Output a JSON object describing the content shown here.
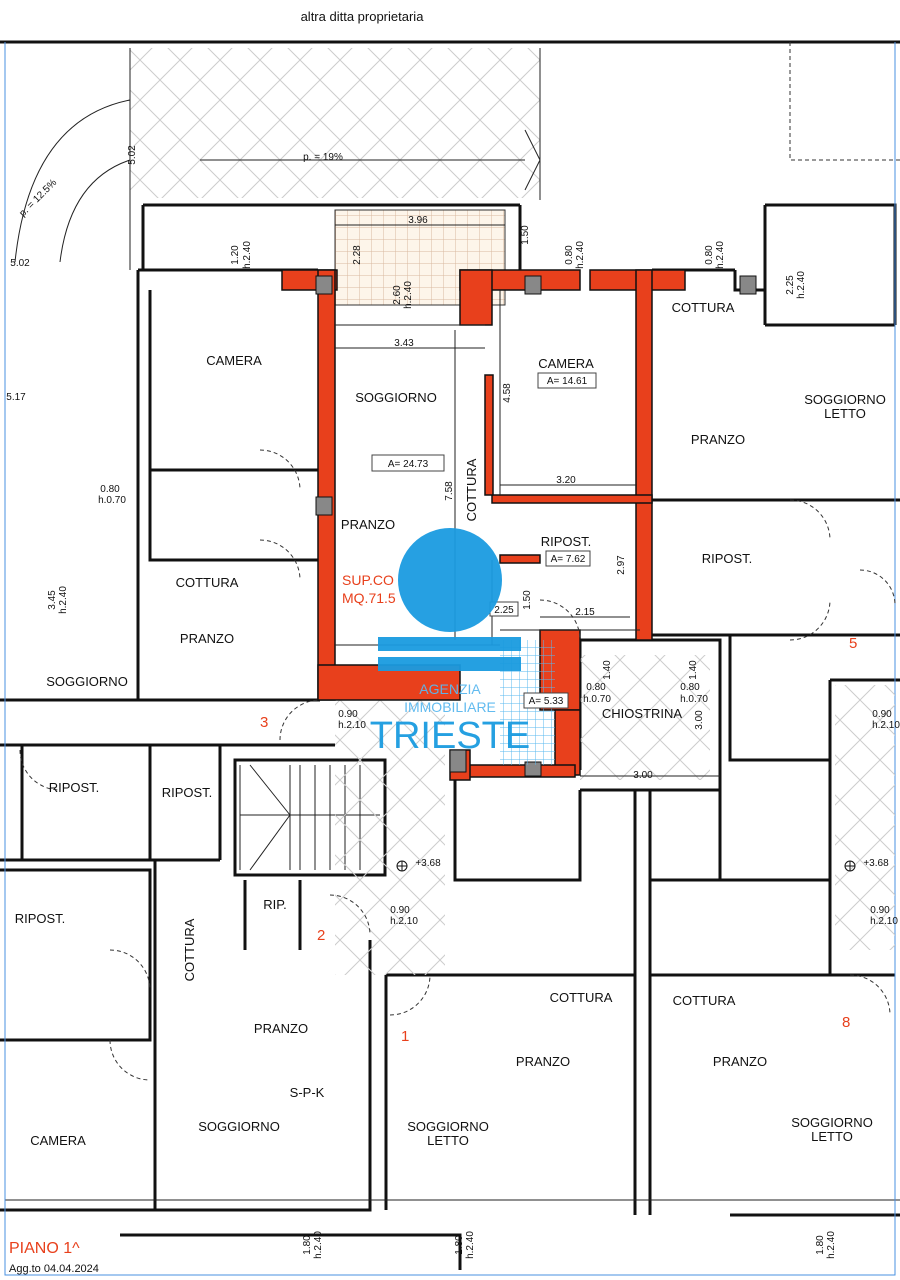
{
  "header": {
    "neighbor_label": "altra ditta proprietaria"
  },
  "ramp": {
    "slope_main": "p. = 19%",
    "slope_curve": "p. = 12.5%"
  },
  "rooms": {
    "camera_left": "CAMERA",
    "soggiorno_main": "SOGGIORNO",
    "area_soggiorno": "A= 24.73",
    "pranzo_main": "PRANZO",
    "cottura_main": "COTTURA",
    "camera_main": "CAMERA",
    "area_camera": "A= 14.61",
    "ripost_main": "RIPOST.",
    "area_ripost": "A= 7.62",
    "area_bath": "A= 5.33",
    "chiostrina": "CHIOSTRINA",
    "cottura_right": "COTTURA",
    "pranzo_right": "PRANZO",
    "soggiorno_letto_right_1": "SOGGIORNO",
    "soggiorno_letto_right_2": "LETTO",
    "ripost_right": "RIPOST.",
    "cottura_left": "COTTURA",
    "pranzo_left": "PRANZO",
    "soggiorno_left": "SOGGIORNO",
    "ripost_a": "RIPOST.",
    "ripost_b": "RIPOST.",
    "ripost_c": "RIPOST.",
    "rip": "RIP.",
    "cottura_bl": "COTTURA",
    "pranzo_bl": "PRANZO",
    "spk": "S-P-K",
    "soggiorno_bl": "SOGGIORNO",
    "camera_bl": "CAMERA",
    "cottura_b1": "COTTURA",
    "pranzo_b1": "PRANZO",
    "soggiorno_b1_1": "SOGGIORNO",
    "soggiorno_b1_2": "LETTO",
    "cottura_b8": "COTTURA",
    "pranzo_b8": "PRANZO",
    "soggiorno_b8_1": "SOGGIORNO",
    "soggiorno_b8_2": "LETTO"
  },
  "surface": {
    "line1": "SUP.CO",
    "line2": "MQ.71.5"
  },
  "unit_numbers": {
    "u1": "1",
    "u2": "2",
    "u3": "3",
    "u5": "5",
    "u8": "8"
  },
  "dimensions": {
    "d396": "3.96",
    "d228": "2.28",
    "d150a": "1.50",
    "d343": "3.43",
    "d458": "4.58",
    "d320": "3.20",
    "d758": "7.58",
    "d297": "2.97",
    "d215": "2.15",
    "d150b": "1.50",
    "d225": "2.25",
    "d300a": "3.00",
    "d300b": "3.00",
    "d502a": "5.02",
    "d502b": "5.02",
    "d517": "5.17",
    "d345": "3.45",
    "h240": "h.2.40",
    "d120": "1.20",
    "d260": "2.60",
    "d080": "0.80",
    "d225b": "2.25",
    "d090": "0.90",
    "h210": "h.2.10",
    "h070": "h.0.70",
    "d140": "1.40",
    "d180": "1.80",
    "lev1": "+3.68",
    "lev2": "+3.68"
  },
  "footer": {
    "floor": "PIANO 1^",
    "updated": "Agg.to 04.04.2024"
  },
  "watermark": {
    "line1": "AGENZIA",
    "line2": "IMMOBILIARE",
    "line3": "TRIESTE"
  },
  "colors": {
    "wall_highlight": "#e8401c",
    "watermark": "#1a9be0",
    "floor_label": "#e8401c"
  }
}
